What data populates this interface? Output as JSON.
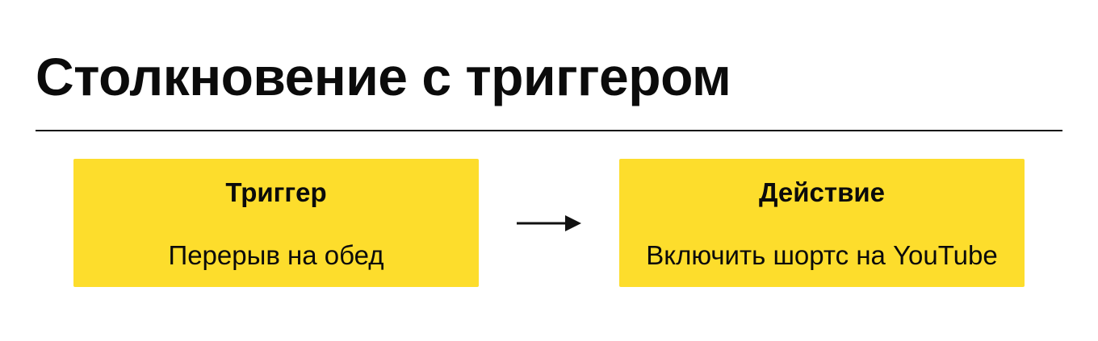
{
  "title": "Столкновение с триггером",
  "diagram": {
    "boxes": [
      {
        "heading": "Триггер",
        "text": "Перерыв на обед"
      },
      {
        "heading": "Действие",
        "text": "Включить шортс на YouTube"
      }
    ],
    "arrow_icon": "arrow-right-icon"
  },
  "colors": {
    "box_fill": "#fddd2c",
    "text": "#0b0b0b",
    "background": "#ffffff"
  }
}
